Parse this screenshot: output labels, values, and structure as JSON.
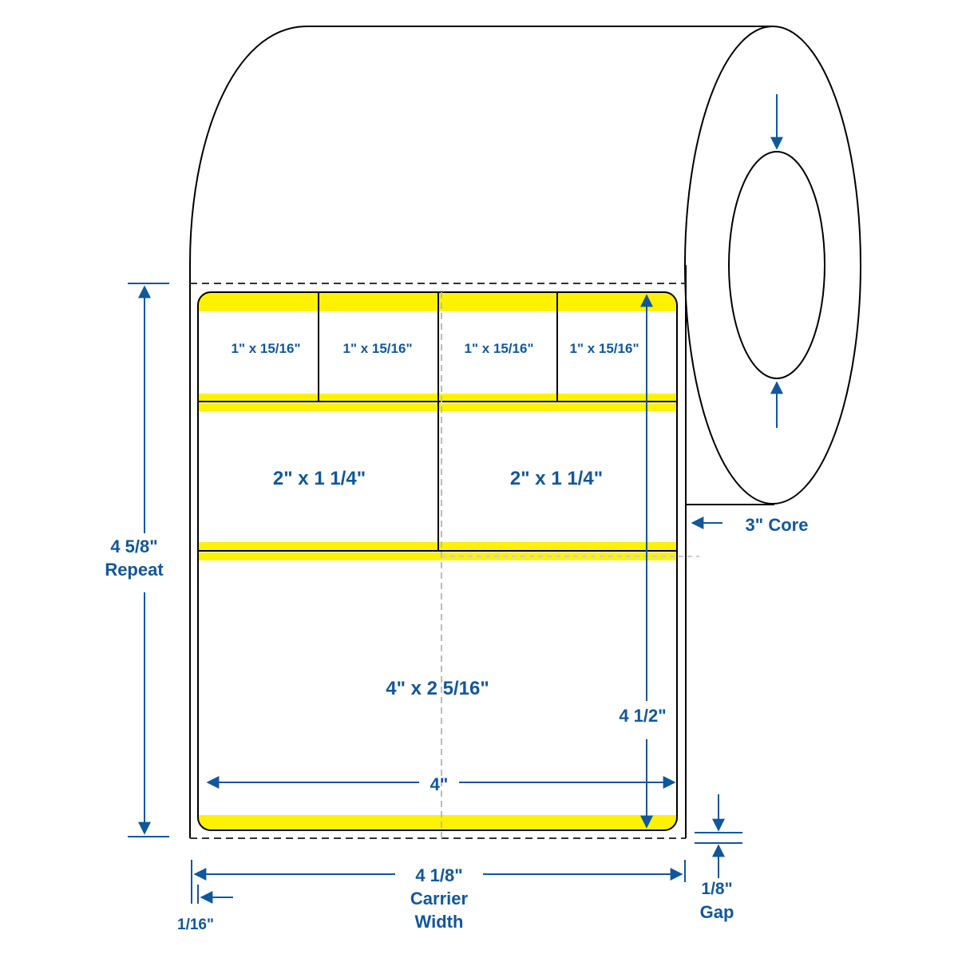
{
  "colors": {
    "dimension": "#11579b",
    "liner_band": "#fff200",
    "outline": "#000000",
    "guide": "#bbbbbb"
  },
  "labels": {
    "small": [
      "1\" x 15/16\"",
      "1\" x 15/16\"",
      "1\" x 15/16\"",
      "1\" x 15/16\""
    ],
    "medium": [
      "2\" x 1 1/4\"",
      "2\" x 1 1/4\""
    ],
    "large": "4\" x 2 5/16\""
  },
  "dimensions": {
    "repeat_value": "4 5/8\"",
    "repeat_label": "Repeat",
    "label_height": "4 1/2\"",
    "label_width": "4\"",
    "core": "3\" Core",
    "carrier_value": "4 1/8\"",
    "carrier_label1": "Carrier",
    "carrier_label2": "Width",
    "margin": "1/16\"",
    "gap_value": "1/8\"",
    "gap_label": "Gap"
  }
}
